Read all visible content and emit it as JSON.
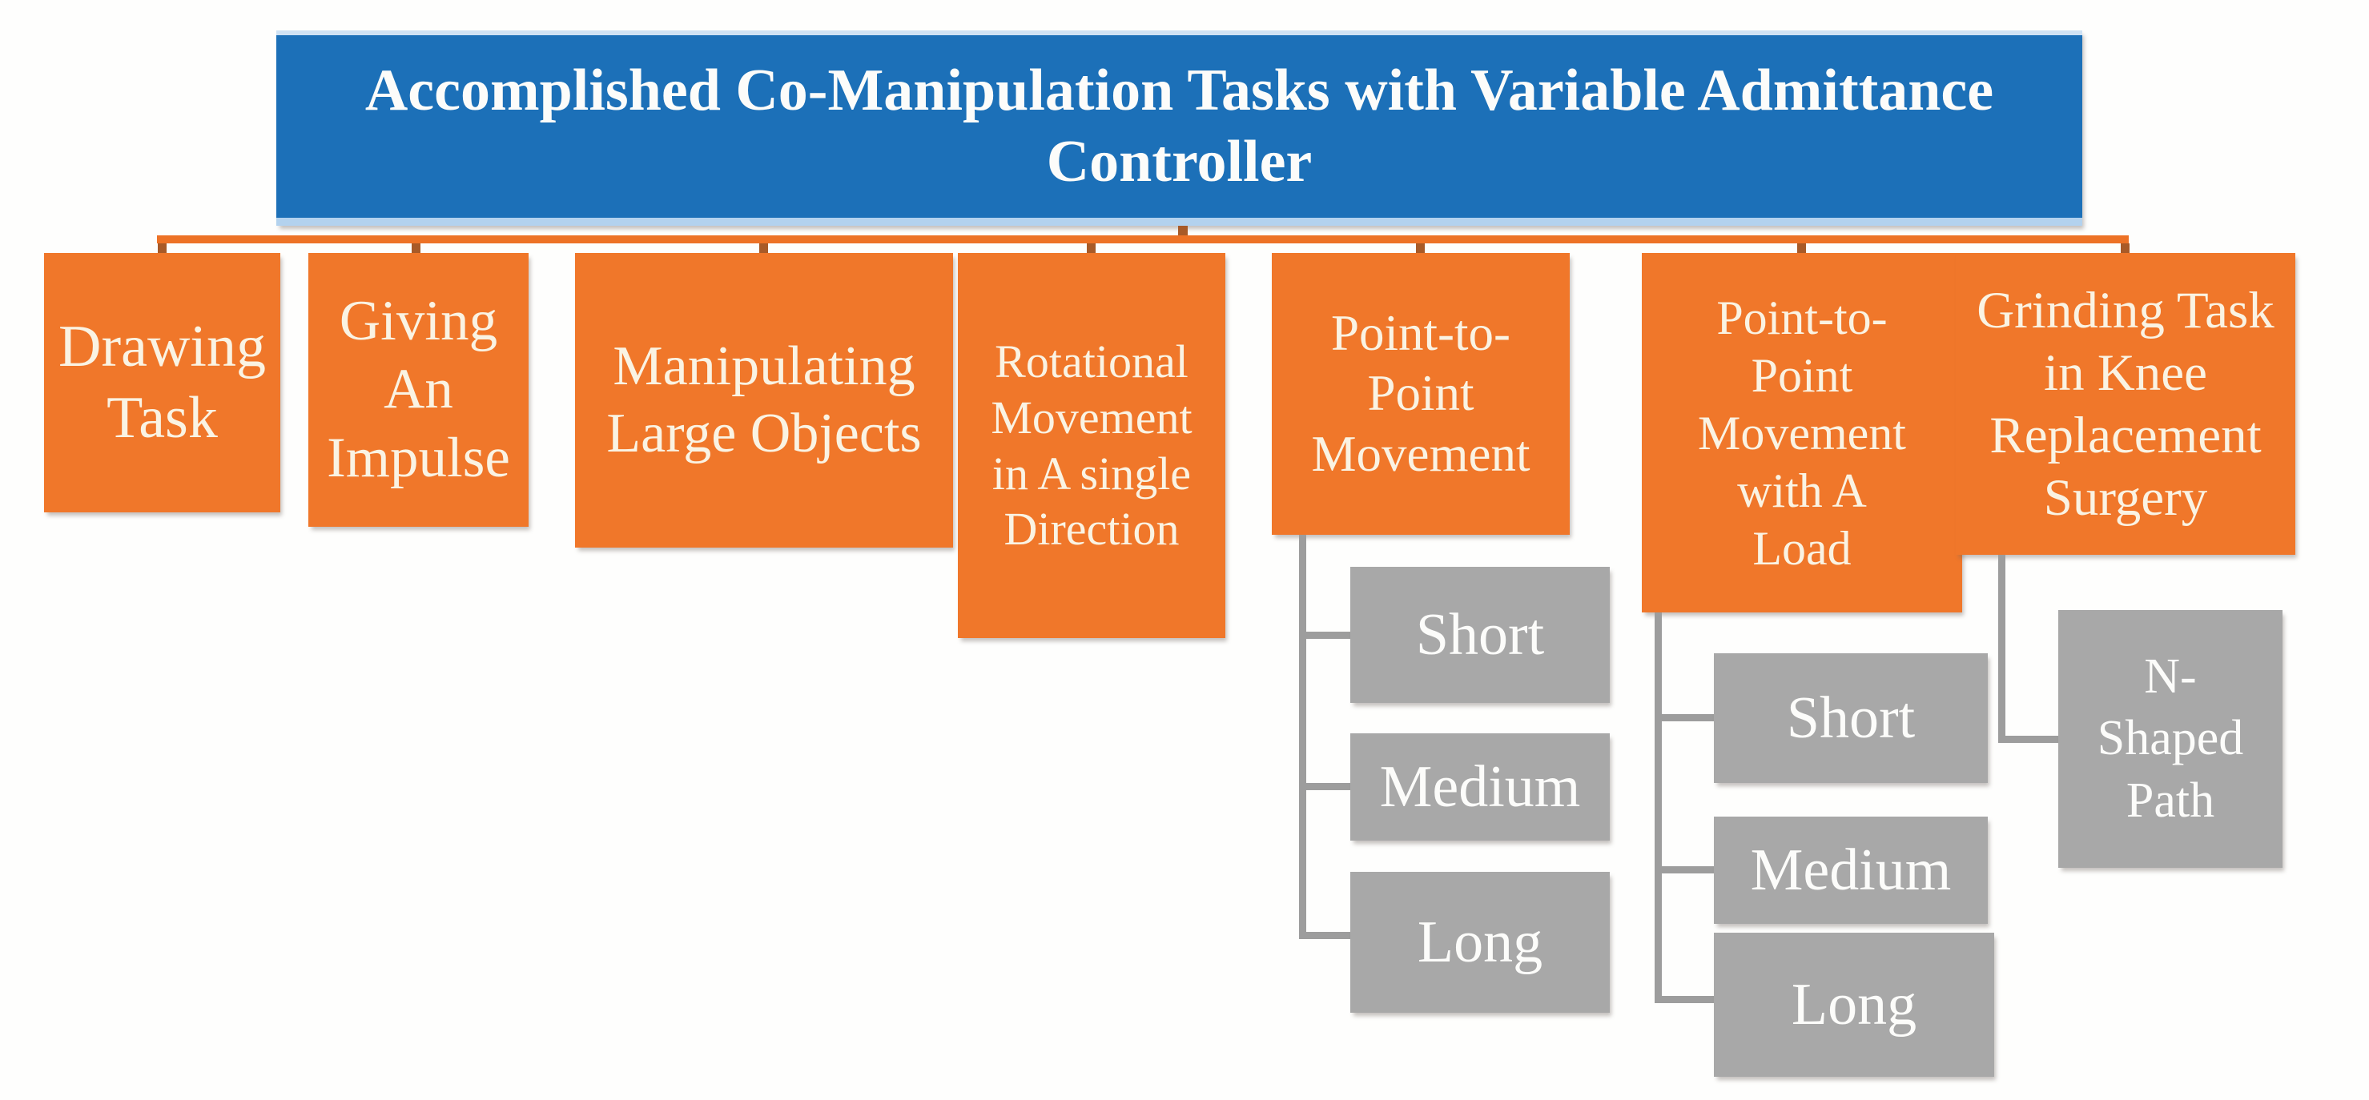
{
  "header": {
    "title": "Accomplished Co-Manipulation Tasks with Variable Admittance\nController"
  },
  "colors": {
    "blue": "#1c70b8",
    "blue_border_top": "#cfe2f4",
    "blue_border_bottom": "#b3d2ee",
    "orange": "#f0772a",
    "orange_line": "#ed7226",
    "orange_tick": "#a85a28",
    "gray": "#a8a8a8",
    "gray_line": "#9d9d9d",
    "text_on_orange": "#faf3e3",
    "text_on_gray": "#fcfcfa",
    "bg": "#fefefd"
  },
  "tasks": [
    {
      "label": "Drawing\nTask"
    },
    {
      "label": "Giving\nAn\nImpulse"
    },
    {
      "label": "Manipulating\nLarge Objects"
    },
    {
      "label": "Rotational\nMovement\nin A single\nDirection"
    },
    {
      "label": "Point-to-\nPoint\nMovement",
      "children": [
        {
          "label": "Short"
        },
        {
          "label": "Medium"
        },
        {
          "label": "Long"
        }
      ]
    },
    {
      "label": "Point-to-\nPoint\nMovement\nwith A\nLoad",
      "children": [
        {
          "label": "Short"
        },
        {
          "label": "Medium"
        },
        {
          "label": "Long"
        }
      ]
    },
    {
      "label": "Grinding Task\nin Knee\nReplacement\nSurgery",
      "children": [
        {
          "label": "N-\nShaped\nPath"
        }
      ]
    }
  ]
}
